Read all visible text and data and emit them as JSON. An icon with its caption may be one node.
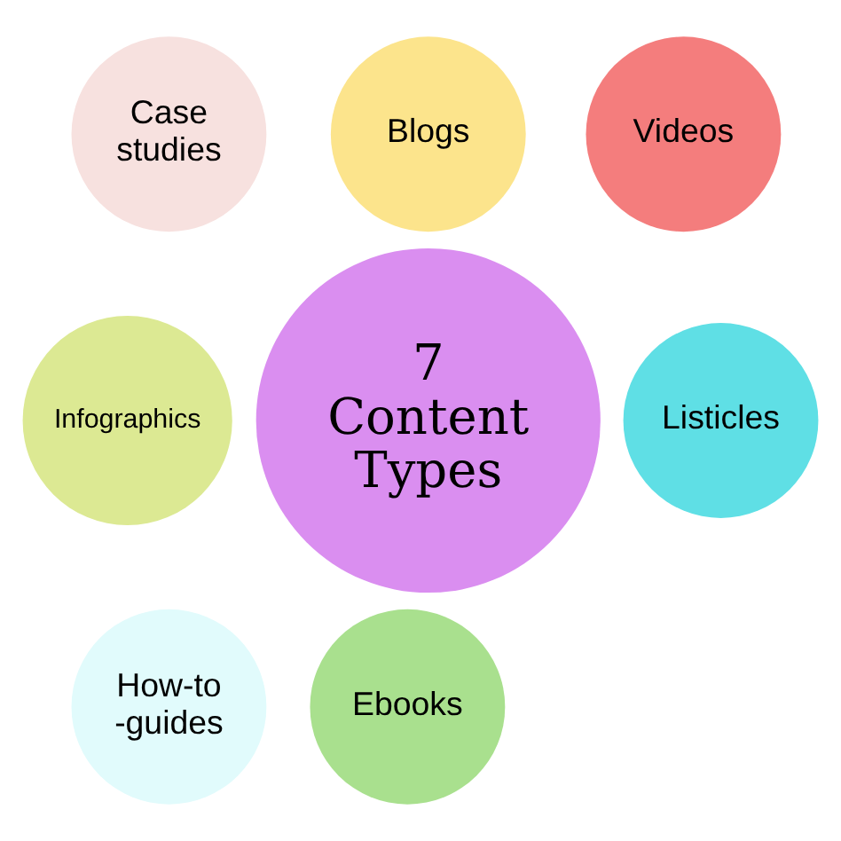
{
  "diagram": {
    "nodes": [
      {
        "text": [
          "Blogs"
        ]
      },
      {
        "text": [
          "Case studies"
        ]
      },
      {
        "text": [
          "Videos"
        ]
      },
      {
        "text": [
          "7 Content Types"
        ]
      },
      {
        "text": [
          "Infographics"
        ]
      },
      {
        "text": [
          "Listicles"
        ]
      },
      {
        "text": [
          "How-to -guides"
        ]
      },
      {
        "text": [
          "Ebooks"
        ]
      }
    ]
  }
}
